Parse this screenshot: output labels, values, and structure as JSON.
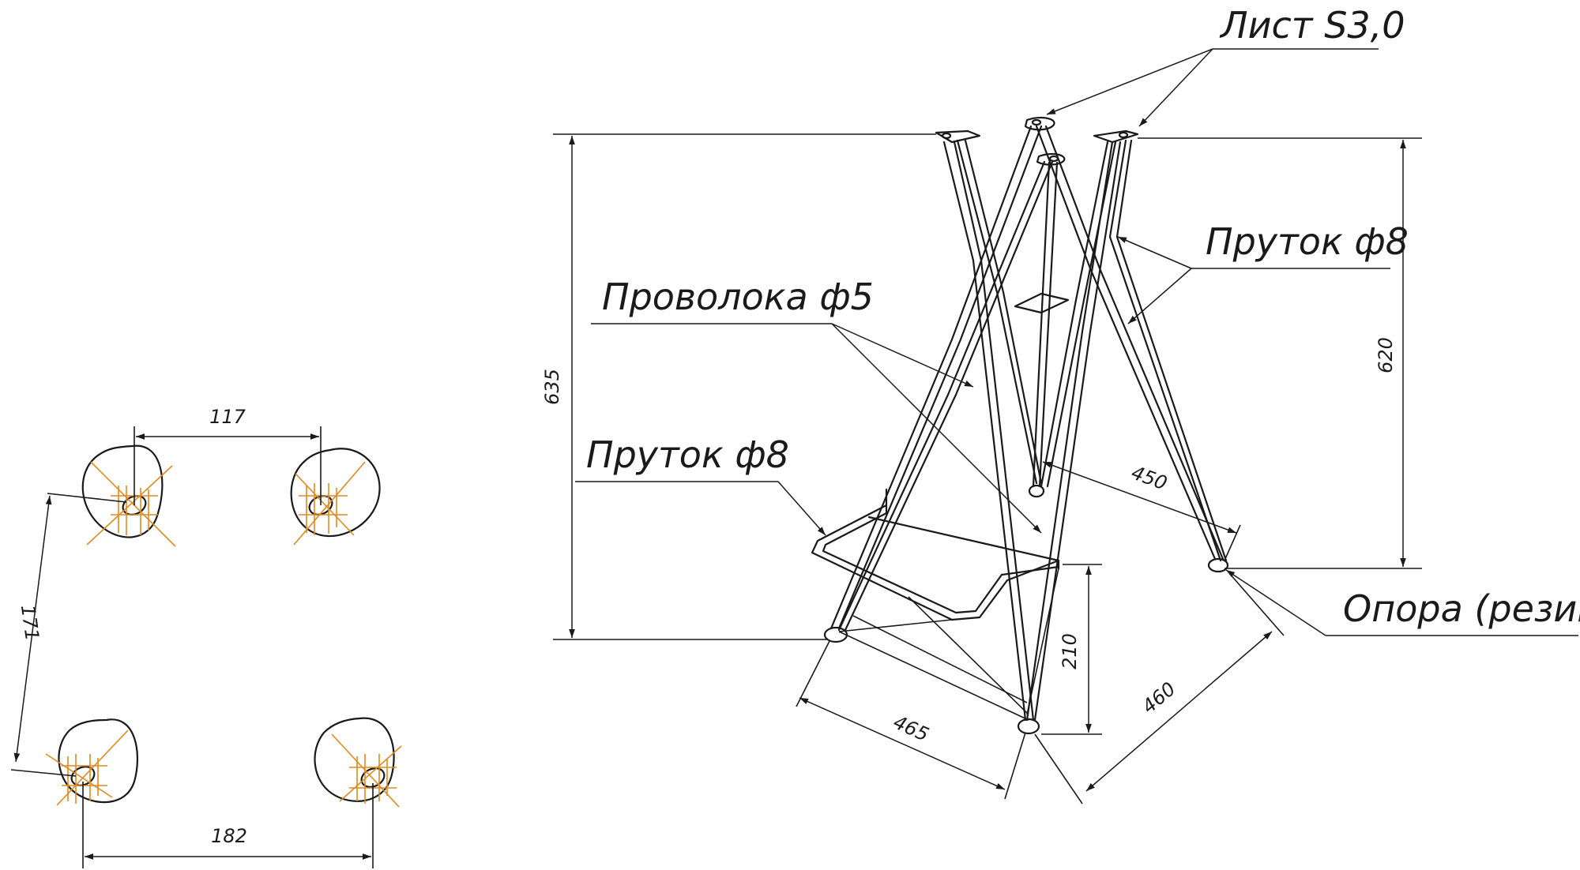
{
  "labels": {
    "sheet": "Лист S3,0",
    "rod_top": "Пруток ф8",
    "wire": "Проволока ф5",
    "rod_ring": "Пруток ф8",
    "foot": "Опора (резина)"
  },
  "dimensions": {
    "plan_top": "117",
    "plan_side": "171",
    "plan_bottom": "182",
    "height_left": "635",
    "height_right": "620",
    "diag_450": "450",
    "ring_height": "210",
    "base_465": "465",
    "base_460": "460"
  },
  "colors": {
    "line": "#1a1a1a",
    "centerline": "#e08a1e"
  }
}
